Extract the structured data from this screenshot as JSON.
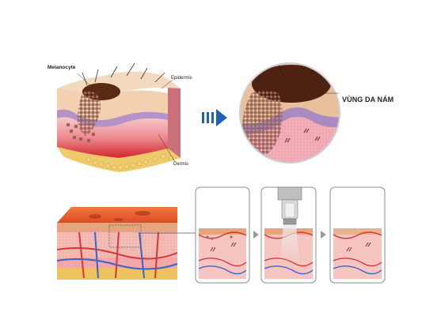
{
  "labels": {
    "melanocyte": "Melanocyte",
    "epidermis": "Epidermis",
    "dermis": "Dermis",
    "melasma_area": "VÙNG DA NÁM"
  },
  "colors": {
    "background": "#ffffff",
    "arrow_blue": "#1d63b3",
    "step_arrow_gray": "#9a9a9a",
    "frame_gray": "#8c8c8c",
    "melanin_dark": "#5a2a12",
    "pigment_cluster": "#a06a5c",
    "epidermis_tan": "#e8c09c",
    "basal_purple": "#a98bc0",
    "dermis_pink": "#f0aeb6",
    "dermis_red": "#d22a2a",
    "fat_yellow": "#e8c25a",
    "vessel_red": "#d23a3a",
    "vessel_blue": "#3a64c8",
    "top_orange": "#e65a2a"
  },
  "icons": {
    "transition_arrow": "triple-chevron-arrow-right-icon",
    "step_arrow": "triangle-right-icon",
    "device": "laser-handpiece-icon"
  }
}
